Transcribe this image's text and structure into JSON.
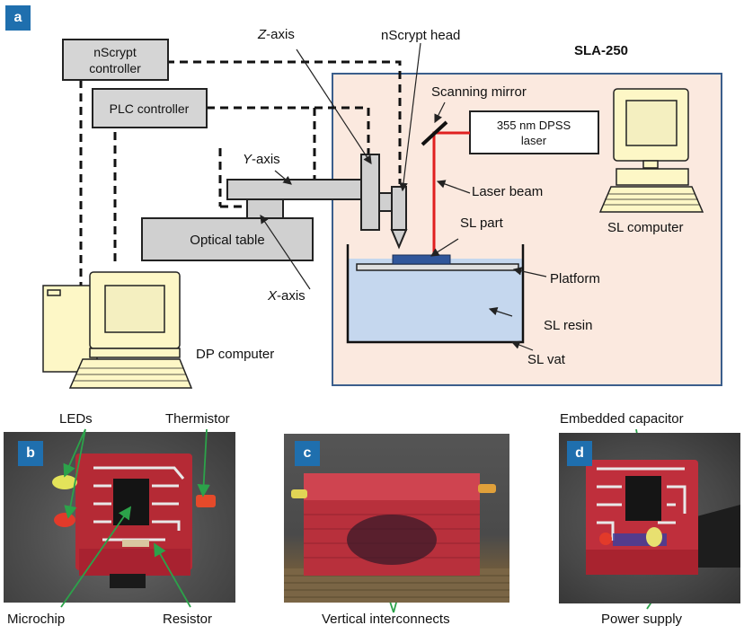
{
  "panel_a": {
    "badge": "a",
    "system_name": "SLA-250",
    "nscrypt_controller": [
      "nScrypt",
      "controller"
    ],
    "plc_controller": "PLC controller",
    "z_axis": {
      "italic": "Z",
      "rest": "-axis"
    },
    "y_axis": {
      "italic": "Y",
      "rest": "-axis"
    },
    "x_axis": {
      "italic": "X",
      "rest": "-axis"
    },
    "nscrypt_head": "nScrypt head",
    "scanning_mirror": "Scanning mirror",
    "laser_box": [
      "355 nm DPSS",
      "laser"
    ],
    "laser_beam": "Laser beam",
    "sl_part": "SL part",
    "platform": "Platform",
    "sl_resin": "SL resin",
    "sl_vat": "SL vat",
    "optical_table": "Optical table",
    "sl_computer": "SL computer",
    "dp_computer": "DP computer"
  },
  "panel_b": {
    "badge": "b",
    "leds": "LEDs",
    "thermistor": "Thermistor",
    "microchip": "Microchip",
    "resistor": "Resistor"
  },
  "panel_c": {
    "badge": "c",
    "vertical_interconnects": "Vertical interconnects"
  },
  "panel_d": {
    "badge": "d",
    "embedded_capacitor": "Embedded capacitor",
    "power_supply": "Power supply"
  },
  "colors": {
    "badge": "#1f6fae",
    "sla_box_fill": "#fbe9df",
    "sla_box_border": "#3b5e8c",
    "gray_part": "#d0d0d0",
    "laser": "#e02020",
    "resin": "#c5d7ee",
    "computer": "#fdf7c6",
    "arrow_green": "#2ca24a",
    "photo_bg": "#4a4a4a",
    "device_red": "#c8323c"
  }
}
